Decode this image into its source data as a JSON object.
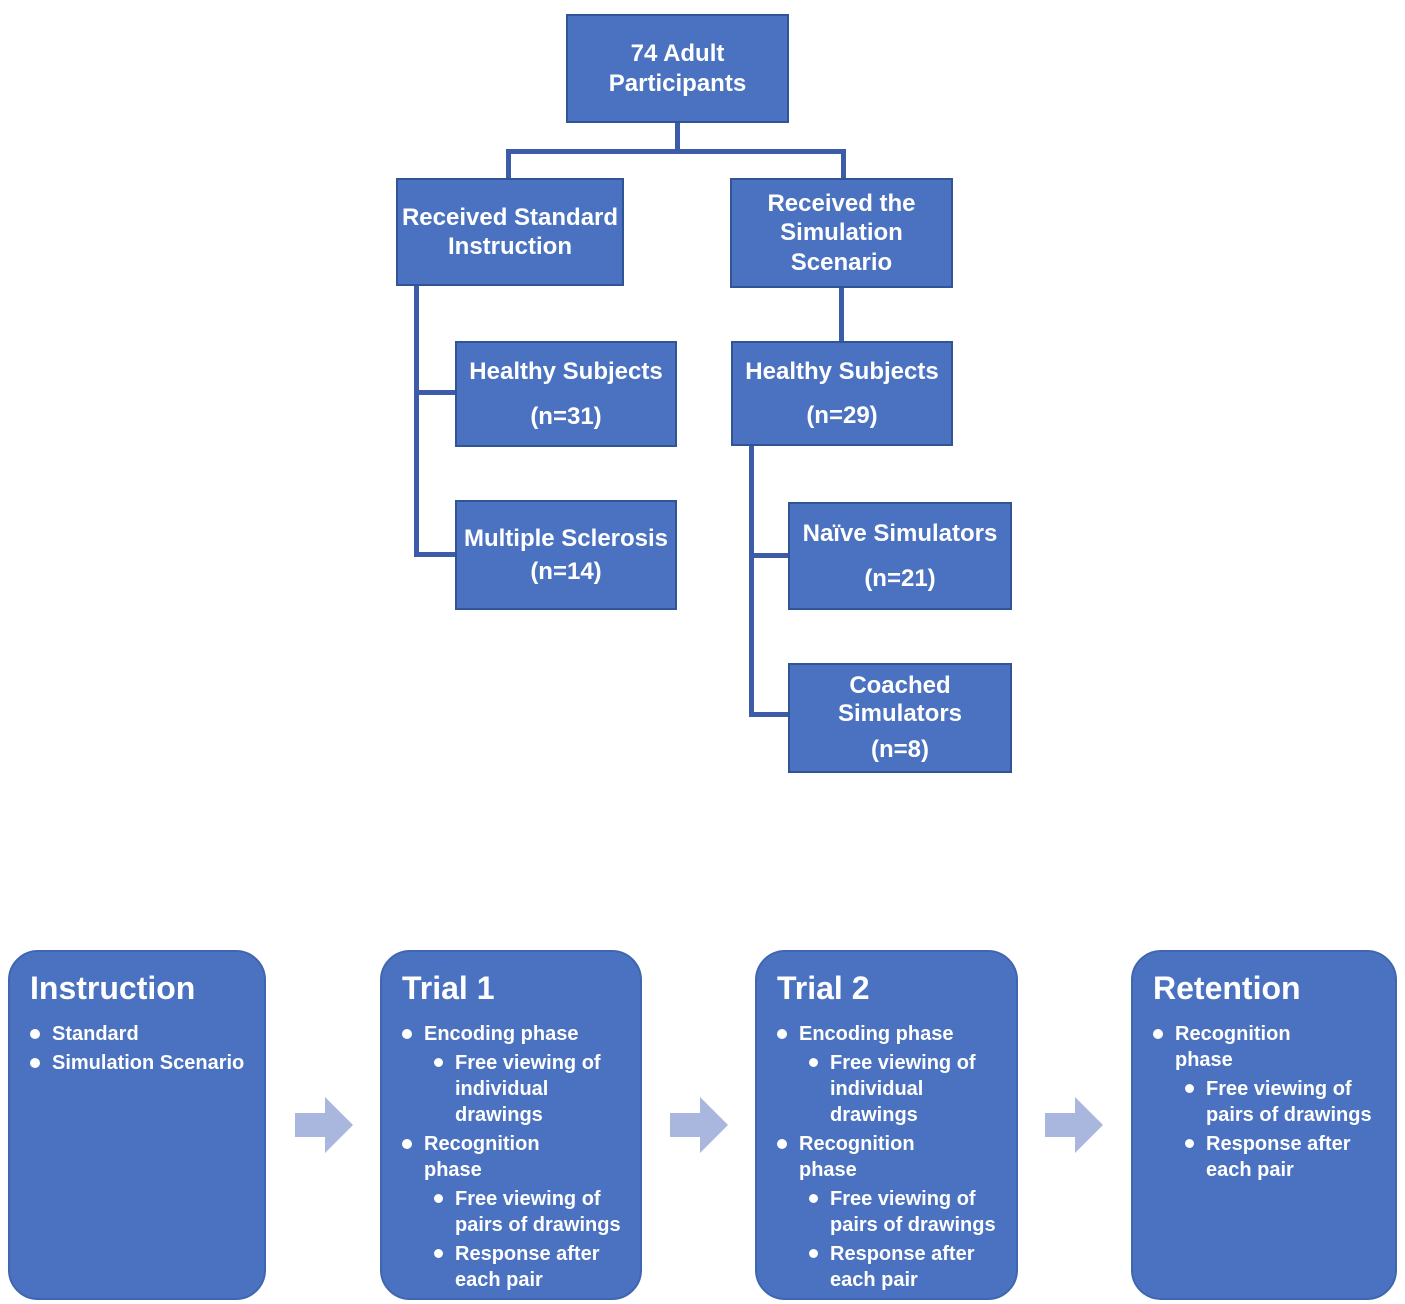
{
  "figure": {
    "tree": {
      "root": {
        "lines": [
          "74 Adult",
          "Participants"
        ]
      },
      "standard_instruction": {
        "lines": [
          "Received Standard",
          "Instruction"
        ]
      },
      "simulation_scenario": {
        "lines": [
          "Received the",
          "Simulation",
          "Scenario"
        ]
      },
      "healthy_standard": {
        "label": "Healthy Subjects",
        "n": "(n=31)"
      },
      "multiple_sclerosis": {
        "label": "Multiple Sclerosis",
        "n": "(n=14)"
      },
      "healthy_simulation": {
        "label": "Healthy Subjects",
        "n": "(n=29)"
      },
      "naive_simulators": {
        "label": "Naïve Simulators",
        "n": "(n=21)"
      },
      "coached_simulators": {
        "lines": [
          "Coached",
          "Simulators"
        ],
        "n": "(n=8)"
      }
    },
    "timeline": {
      "stages": [
        {
          "title": "Instruction",
          "bullets": [
            {
              "text": "Standard",
              "sub": []
            },
            {
              "text": "Simulation Scenario",
              "sub": []
            }
          ]
        },
        {
          "title": "Trial 1",
          "bullets": [
            {
              "text": "Encoding phase",
              "sub": [
                "Free viewing of individual drawings"
              ]
            },
            {
              "text": "Recognition phase",
              "sub": [
                "Free viewing of pairs of drawings",
                "Response after each pair"
              ]
            }
          ]
        },
        {
          "title": "Trial 2",
          "bullets": [
            {
              "text": "Encoding phase",
              "sub": [
                "Free viewing of individual drawings"
              ]
            },
            {
              "text": "Recognition phase",
              "sub": [
                "Free viewing of pairs of drawings",
                "Response after each pair"
              ]
            }
          ]
        },
        {
          "title": "Retention",
          "bullets": [
            {
              "text": "Recognition phase",
              "sub": [
                "Free viewing of pairs of drawings",
                "Response after each pair"
              ]
            }
          ]
        }
      ]
    },
    "colors": {
      "node_fill": "#4a72c1",
      "node_border": "#2f5597",
      "connector": "#3c5ca9",
      "stage_fill": "#4a72c1",
      "stage_border": "#3f66b0",
      "arrow_fill": "#a9b6dd",
      "text": "#ffffff",
      "background": "#ffffff"
    }
  }
}
